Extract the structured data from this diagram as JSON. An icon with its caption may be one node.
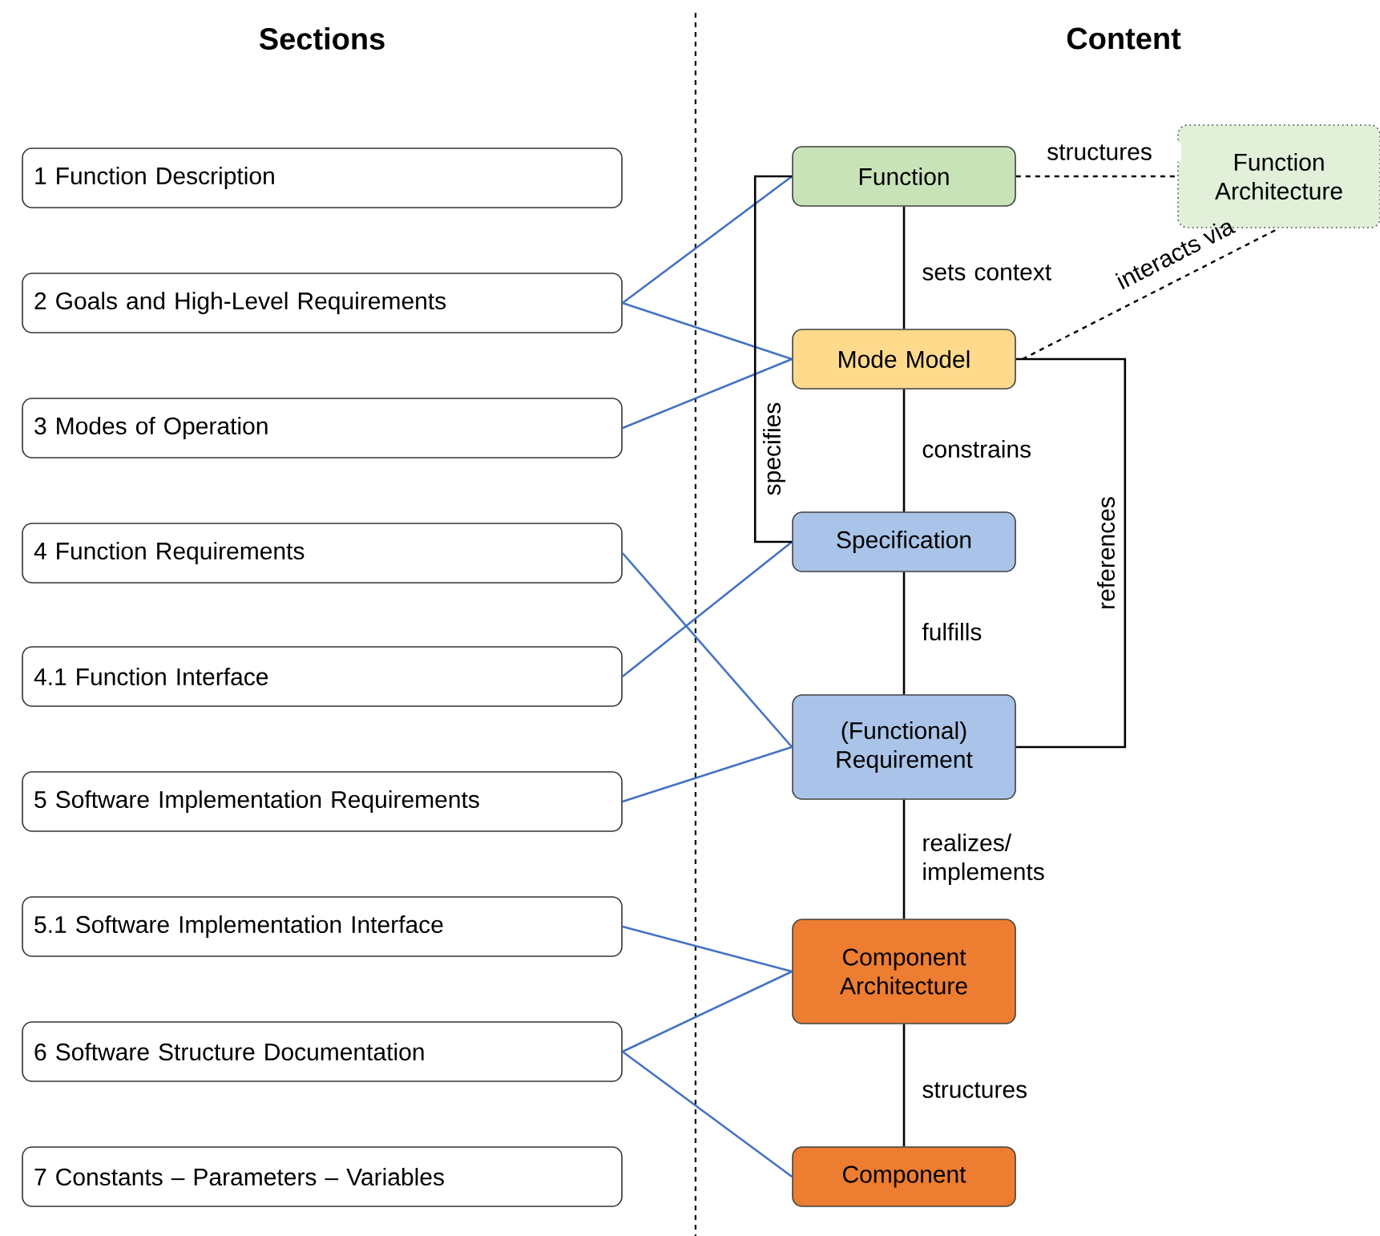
{
  "diagram": {
    "nodes": [
      {
        "text": [
          "1 Function Description"
        ]
      },
      {
        "text": [
          "2 Goals and High-Level Requirements"
        ]
      },
      {
        "text": [
          "3 Modes of Operation"
        ]
      },
      {
        "text": [
          "4 Function Requirements"
        ]
      },
      {
        "text": [
          "4.1 Function Interface"
        ]
      },
      {
        "text": [
          "5 Software Implementation Requirements"
        ]
      },
      {
        "text": [
          "5.1 Software Implementation Interface"
        ]
      },
      {
        "text": [
          "6 Software Structure Documentation"
        ]
      },
      {
        "text": [
          "7 Constants – Parameters – Variables"
        ]
      },
      {
        "text": [
          "Function"
        ]
      },
      {
        "text": [
          "Function Architecture"
        ]
      },
      {
        "text": [
          "Mode Model"
        ]
      },
      {
        "text": [
          "Specification"
        ]
      },
      {
        "text": [
          "(Functional) Requirement"
        ]
      },
      {
        "text": [
          "Component Architecture"
        ]
      },
      {
        "text": [
          "Component"
        ]
      }
    ],
    "edges": [
      {
        "from": 1,
        "to": 9,
        "arrow": "none",
        "color": "#4472c4"
      },
      {
        "from": 1,
        "to": 11,
        "arrow": "none",
        "color": "#4472c4"
      },
      {
        "from": 2,
        "to": 11,
        "arrow": "none",
        "color": "#4472c4"
      },
      {
        "from": 3,
        "to": 13,
        "arrow": "none",
        "color": "#4472c4"
      },
      {
        "from": 4,
        "to": 12,
        "arrow": "none",
        "color": "#4472c4"
      },
      {
        "from": 5,
        "to": 13,
        "arrow": "none",
        "color": "#4472c4"
      },
      {
        "from": 6,
        "to": 14,
        "arrow": "none",
        "color": "#4472c4"
      },
      {
        "from": 7,
        "to": 14,
        "arrow": "none",
        "color": "#4472c4"
      },
      {
        "from": 7,
        "to": 15,
        "arrow": "none",
        "color": "#4472c4"
      },
      {
        "from": 9,
        "to": 10,
        "arrow": "none",
        "label": "structures",
        "style": "dashed",
        "color": "#000000"
      },
      {
        "from": 11,
        "to": 10,
        "arrow": "none",
        "label": "interacts via",
        "style": "dashed",
        "color": "#000000"
      },
      {
        "from": 9,
        "to": 11,
        "arrow": "none",
        "label": "sets context",
        "color": "#000000"
      },
      {
        "from": 9,
        "to": 12,
        "arrow": "none",
        "label": "specifies",
        "color": "#000000"
      },
      {
        "from": 11,
        "to": 12,
        "arrow": "none",
        "label": "constrains",
        "color": "#000000"
      },
      {
        "from": 11,
        "to": 13,
        "arrow": "none",
        "label": "references",
        "color": "#000000"
      },
      {
        "from": 12,
        "to": 13,
        "arrow": "none",
        "label": "fulfills",
        "color": "#000000"
      },
      {
        "from": 13,
        "to": 14,
        "arrow": "none",
        "label": "realizes/ implements",
        "color": "#000000"
      },
      {
        "from": 14,
        "to": 15,
        "arrow": "none",
        "label": "structures",
        "color": "#000000"
      }
    ],
    "labels": [
      "Sections",
      "Content"
    ]
  }
}
